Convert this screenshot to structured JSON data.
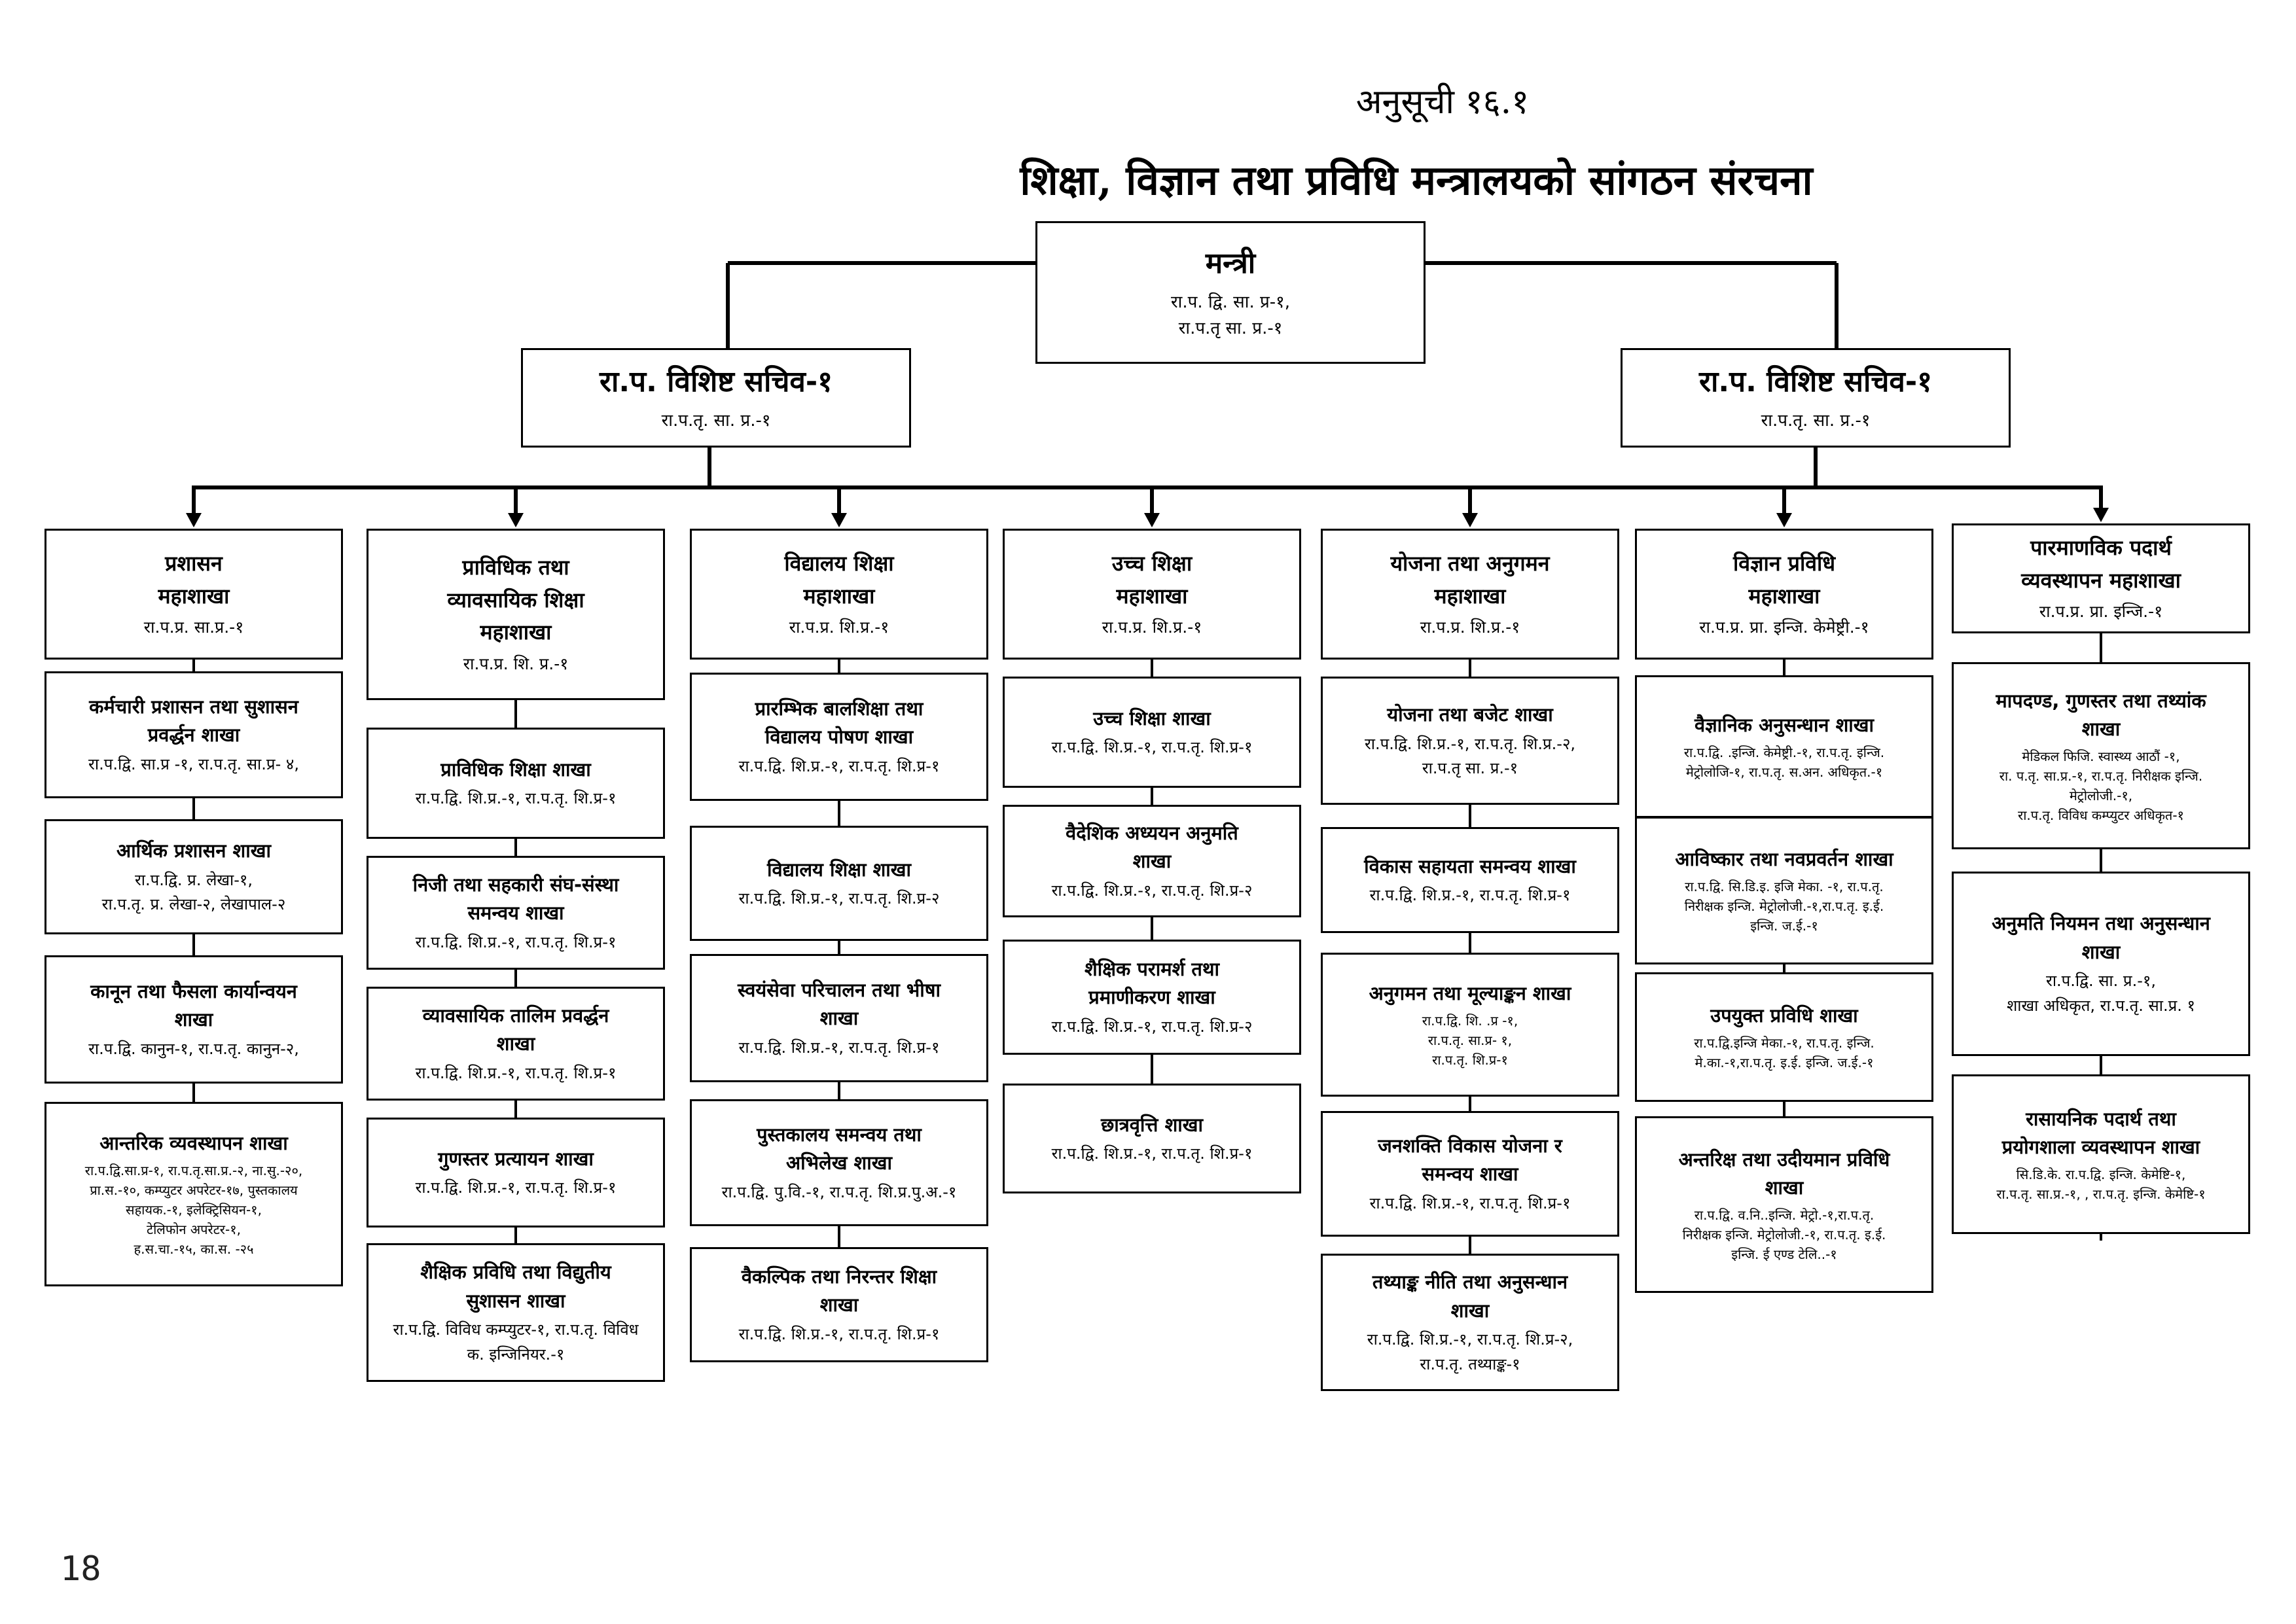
{
  "schedule_label": "अनुसूची १६.१",
  "title": "शिक्षा, विज्ञान तथा प्रविधि मन्त्रालयको सांगठन संरचना",
  "page_number": "18",
  "minister": {
    "name": "मन्त्री",
    "staff": "रा.प. द्वि. सा. प्र-१,\nरा.प.तृ सा. प्र.-१"
  },
  "secretaries": [
    {
      "name": "रा.प. विशिष्ट सचिव-१",
      "staff": "रा.प.तृ. सा. प्र.-१"
    },
    {
      "name": "रा.प. विशिष्ट सचिव-१",
      "staff": "रा.प.तृ. सा. प्र.-१"
    }
  ],
  "divisions": [
    {
      "name": "प्रशासन\nमहाशाखा",
      "staff": "रा.प.प्र. सा.प्र.-१",
      "sections": [
        {
          "name": "कर्मचारी प्रशासन तथा सुशासन\nप्रवर्द्धन  शाखा",
          "staff": "रा.प.द्वि. सा.प्र -१, रा.प.तृ. सा.प्र- ४,"
        },
        {
          "name": "आर्थिक प्रशासन शाखा",
          "staff": "रा.प.द्वि. प्र. लेखा-१,\nरा.प.तृ. प्र. लेखा-२, लेखापाल-२"
        },
        {
          "name": "कानून तथा फैसला कार्यान्वयन\nशाखा",
          "staff": "रा.प.द्वि. कानुन-१, रा.प.तृ. कानुन-२,"
        },
        {
          "name": "आन्तरिक व्यवस्थापन शाखा",
          "staff": "रा.प.द्वि.सा.प्र-१, रा.प.तृ.सा.प्र.-२, ना.सु.-२०,\nप्रा.स.-१०, कम्प्युटर अपरेटर-१७, पुस्तकालय\nसहायक.-१, इलेक्ट्रिसियन-१,\nटेलिफोन अपरेटर-१,\nह.स.चा.-१५,  का.स. -२५"
        }
      ]
    },
    {
      "name": "प्राविधिक तथा\nव्यावसायिक शिक्षा\nमहाशाखा",
      "staff": "रा.प.प्र. शि. प्र.-१",
      "sections": [
        {
          "name": "प्राविधिक शिक्षा शाखा",
          "staff": "रा.प.द्वि. शि.प्र.-१, रा.प.तृ. शि.प्र-१"
        },
        {
          "name": "निजी तथा सहकारी संघ-संस्था\nसमन्वय  शाखा",
          "staff": "रा.प.द्वि. शि.प्र.-१, रा.प.तृ. शि.प्र-१"
        },
        {
          "name": "व्यावसायिक तालिम प्रवर्द्धन\nशाखा",
          "staff": "रा.प.द्वि. शि.प्र.-१, रा.प.तृ. शि.प्र-१"
        },
        {
          "name": "गुणस्तर प्रत्यायन शाखा",
          "staff": "रा.प.द्वि. शि.प्र.-१, रा.प.तृ. शि.प्र-१"
        },
        {
          "name": "शैक्षिक प्रविधि तथा विद्युतीय\nसुशासन शाखा",
          "staff": "रा.प.द्वि. विविध कम्प्युटर-१, रा.प.तृ. विविध\nक. इन्जिनियर.-१"
        }
      ]
    },
    {
      "name": "विद्यालय शिक्षा\nमहाशाखा",
      "staff": "रा.प.प्र. शि.प्र.-१",
      "sections": [
        {
          "name": "प्रारम्भिक बालशिक्षा तथा\nविद्यालय पोषण  शाखा",
          "staff": "रा.प.द्वि. शि.प्र.-१, रा.प.तृ. शि.प्र-१"
        },
        {
          "name": "विद्यालय शिक्षा शाखा",
          "staff": "रा.प.द्वि. शि.प्र.-१, रा.प.तृ. शि.प्र-२"
        },
        {
          "name": "स्वयंसेवा परिचालन तथा भीषा\nशाखा",
          "staff": "रा.प.द्वि. शि.प्र.-१, रा.प.तृ. शि.प्र-१"
        },
        {
          "name": "पुस्तकालय समन्वय तथा\nअभिलेख शाखा",
          "staff": "रा.प.द्वि. पु.वि.-१, रा.प.तृ. शि.प्र.पु.अ.-१"
        },
        {
          "name": "वैकल्पिक तथा निरन्तर शिक्षा\nशाखा",
          "staff": "रा.प.द्वि. शि.प्र.-१, रा.प.तृ. शि.प्र-१"
        }
      ]
    },
    {
      "name": "उच्च शिक्षा\nमहाशाखा",
      "staff": "रा.प.प्र. शि.प्र.-१",
      "sections": [
        {
          "name": "उच्च शिक्षा शाखा",
          "staff": "रा.प.द्वि. शि.प्र.-१, रा.प.तृ. शि.प्र-१"
        },
        {
          "name": "वैदेशिक अध्ययन अनुमति\nशाखा",
          "staff": "रा.प.द्वि. शि.प्र.-१, रा.प.तृ. शि.प्र-२"
        },
        {
          "name": "शैक्षिक परामर्श तथा\nप्रमाणीकरण शाखा",
          "staff": "रा.प.द्वि. शि.प्र.-१, रा.प.तृ. शि.प्र-२"
        },
        {
          "name": "छात्रवृत्ति  शाखा",
          "staff": "रा.प.द्वि. शि.प्र.-१, रा.प.तृ. शि.प्र-१"
        }
      ]
    },
    {
      "name": "योजना तथा अनुगमन\nमहाशाखा",
      "staff": "रा.प.प्र. शि.प्र.-१",
      "sections": [
        {
          "name": "योजना तथा बजेट शाखा",
          "staff": "रा.प.द्वि. शि.प्र.-१, रा.प.तृ. शि.प्र.-२,\nरा.प.तृ सा. प्र.-१"
        },
        {
          "name": "विकास सहायता समन्वय शाखा",
          "staff": "रा.प.द्वि. शि.प्र.-१, रा.प.तृ. शि.प्र-१"
        },
        {
          "name": "अनुगमन तथा मूल्याङ्कन शाखा",
          "staff": "रा.प.द्वि. शि. .प्र -१,\nरा.प.तृ. सा.प्र- १,\nरा.प.तृ. शि.प्र-१"
        },
        {
          "name": "जनशक्ति विकास योजना र\nसमन्वय शाखा",
          "staff": "रा.प.द्वि. शि.प्र.-१, रा.प.तृ. शि.प्र-१"
        },
        {
          "name": "तथ्याङ्क नीति तथा अनुसन्धान\nशाखा",
          "staff": "रा.प.द्वि. शि.प्र.-१, रा.प.तृ. शि.प्र-२,\nरा.प.तृ. तथ्याङ्क-१"
        }
      ]
    },
    {
      "name": "विज्ञान  प्रविधि\nमहाशाखा",
      "staff": "रा.प.प्र. प्रा. इन्जि. केमेष्ट्री.-१",
      "sections": [
        {
          "name": "वैज्ञानिक अनुसन्धान शाखा",
          "staff": "रा.प.द्वि. .इन्जि. केमेष्ट्री.-१, रा.प.तृ. इन्जि.\nमेट्रोलोजि-१, रा.प.तृ. स.अन. अधिकृत.-१"
        },
        {
          "name": "आविष्कार तथा नवप्रवर्तन  शाखा",
          "staff": "रा.प.द्वि. सि.डि.इ. इजि मेका. -१, रा.प.तृ.\nनिरीक्षक इन्जि. मेट्रोलोजी.-१,रा.प.तृ. इ.ई.\nइन्जि. ज.ई.-१"
        },
        {
          "name": "उपयुक्त प्रविधि  शाखा",
          "staff": "रा.प.द्वि.इन्जि मेका.-१, रा.प.तृ. इन्जि.\nमे.का.-१,रा.प.तृ. इ.ई. इन्जि. ज.ई.-१"
        },
        {
          "name": "अन्तरिक्ष तथा उदीयमान प्रविधि\nशाखा",
          "staff": "रा.प.द्वि. व.नि..इन्जि. मेट्रो.-१,रा.प.तृ.\nनिरीक्षक इन्जि. मेट्रोलोजी.-१, रा.प.तृ. इ.ई.\nइन्जि. ई एण्ड टेलि..-१"
        }
      ]
    },
    {
      "name": "पारमाणविक पदार्थ\nव्यवस्थापन महाशाखा",
      "staff": "रा.प.प्र. प्रा. इन्जि.-१",
      "sections": [
        {
          "name": "मापदण्ड, गुणस्तर तथा तथ्यांक\nशाखा",
          "staff": "मेडिकल फिजि. स्वास्थ्य आठौं -१,\nरा. प.तृ. सा.प्र.-१, रा.प.तृ. निरीक्षक इन्जि.\nमेट्रोलोजी.-१,\nरा.प.तृ. विविध कम्प्युटर अधिकृत-१"
        },
        {
          "name": "अनुमति नियमन तथा अनुसन्धान\nशाखा",
          "staff": "रा.प.द्वि. सा. प्र.-१,\nशाखा अधिकृत, रा.प.तृ. सा.प्र. १"
        },
        {
          "name": "रासायनिक पदार्थ तथा\nप्रयोगशाला व्यवस्थापन शाखा",
          "staff": "सि.डि.के. रा.प.द्वि. इन्जि. केमेष्टि-१,\nरा.प.तृ. सा.प्र.-१, , रा.प.तृ. इन्जि. केमेष्टि-१"
        }
      ]
    }
  ]
}
